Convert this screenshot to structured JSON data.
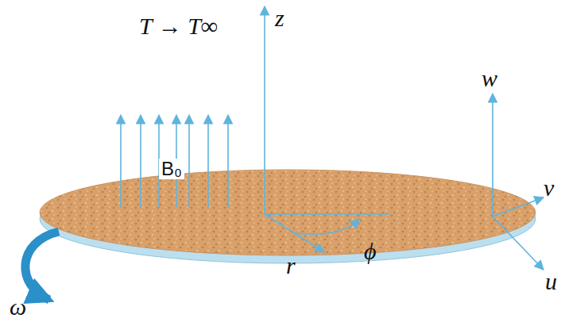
{
  "diagram": {
    "labels": [
      "T → T∞",
      "B₀",
      "z",
      "w",
      "v",
      "u",
      "r",
      "ϕ",
      "ω"
    ]
  }
}
